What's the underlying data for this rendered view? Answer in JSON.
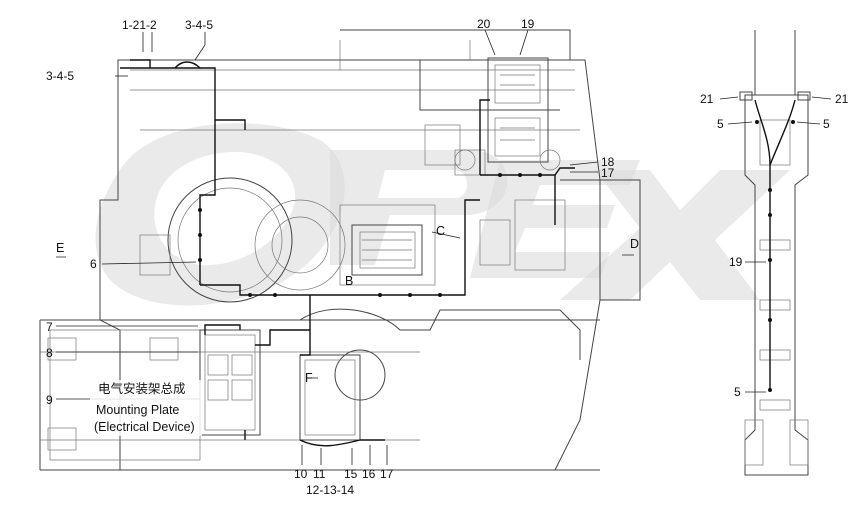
{
  "labels": {
    "l1": "1-21-2",
    "l2": "3-4-5",
    "l3": "3-4-5",
    "l4": "20",
    "l5": "19",
    "l6": "18",
    "l7": "17",
    "l8": "21",
    "l9": "21",
    "l10": "5",
    "l11": "5",
    "l12": "E",
    "l13": "6",
    "l14": "C",
    "l15": "B",
    "l16": "D",
    "l17": "19",
    "l18": "7",
    "l19": "8",
    "l20": "F",
    "l21": "9",
    "l22": "5",
    "l23": "10",
    "l24": "11",
    "l25": "15",
    "l26": "16",
    "l27": "17",
    "l28": "12-13-14"
  },
  "caption": {
    "zh": "电气安装架总成",
    "en1": "Mounting Plate",
    "en2": "(Electrical Device)"
  },
  "colors": {
    "line": "#444444",
    "wire": "#111111",
    "watermark": "#d9d9d9"
  }
}
